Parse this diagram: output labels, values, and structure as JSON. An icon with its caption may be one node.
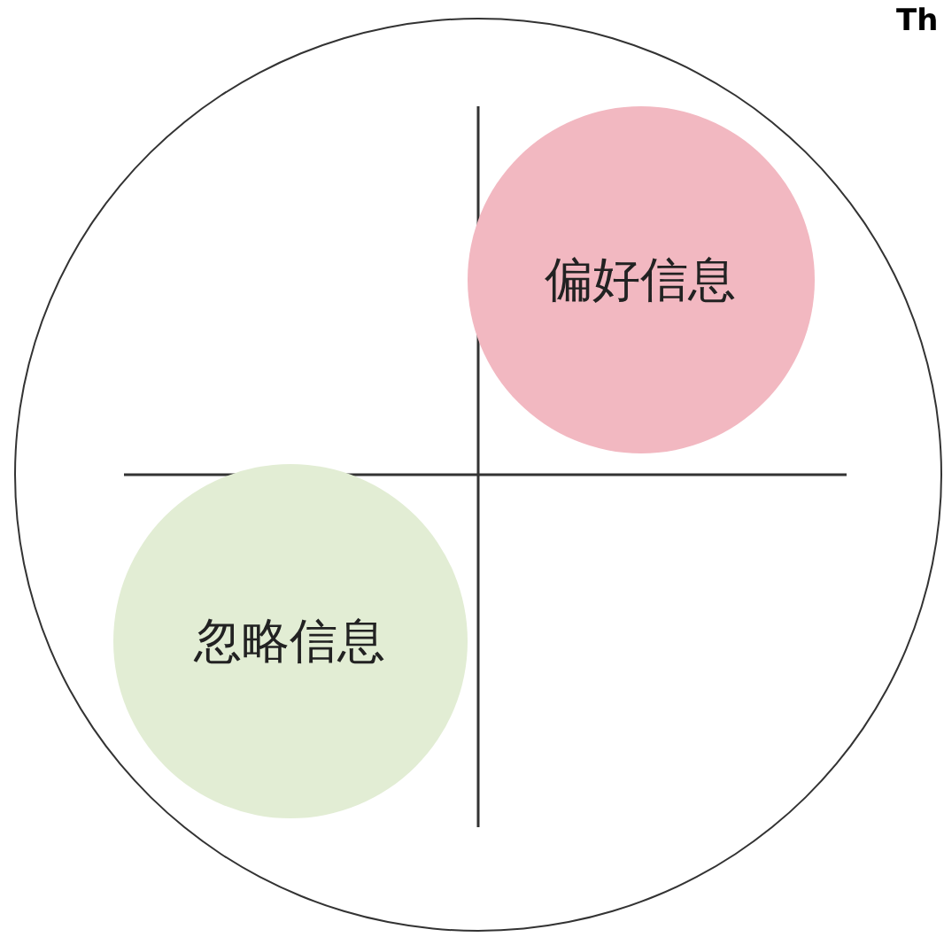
{
  "diagram": {
    "nodes": [
      {
        "text": [],
        "shape": "circle"
      },
      {
        "text": [
          "偏好信息"
        ],
        "in": 0
      },
      {
        "text": [
          "忽略信息"
        ],
        "in": 0
      }
    ],
    "labels": [
      "Th"
    ]
  }
}
